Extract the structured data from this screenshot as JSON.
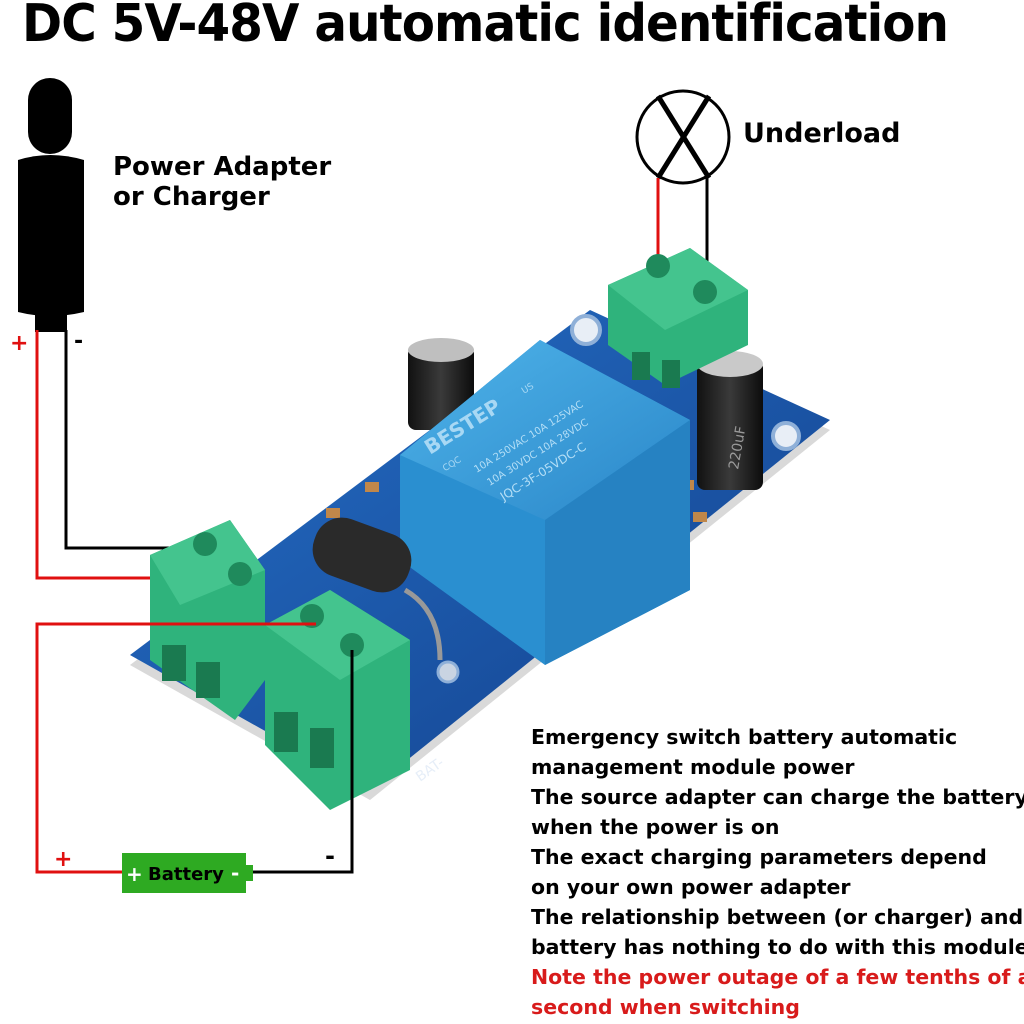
{
  "title": "DC 5V-48V automatic identification",
  "adapter": {
    "label_line1": "Power Adapter",
    "label_line2": "or Charger",
    "plus": "+",
    "minus": "-"
  },
  "load": {
    "label": "Underload"
  },
  "battery": {
    "label": "Battery",
    "plus_sign": "+",
    "minus_sign": "-",
    "wire_plus": "+",
    "wire_minus": "-"
  },
  "relay": {
    "brand": "BESTEP",
    "rating_line1": "10A 250VAC 10A 125VAC",
    "rating_line2": "10A 30VDC 10A 28VDC",
    "model": "JQC-3F-05VDC-C",
    "cert_mark": "CQC",
    "ul_mark": "US"
  },
  "board": {
    "capacitor_label": "220uF",
    "silk_bat": "BAT-"
  },
  "description": {
    "lines": [
      "Emergency switch battery automatic",
      "management module power",
      "The source adapter can charge the battery",
      "when the power is on",
      "The exact charging parameters depend",
      "on your own power adapter",
      "The relationship between (or charger) and",
      "battery has nothing to do with this module"
    ],
    "warning_lines": [
      "Note the power outage of a few tenths of a",
      "second when switching"
    ]
  },
  "colors": {
    "wire_positive": "#e01010",
    "wire_negative": "#000000",
    "pcb": "#1a5fb4",
    "terminal": "#2fb37c",
    "relay": "#3aa0de",
    "battery": "#2eaa22",
    "warning_text": "#d81b1b"
  }
}
